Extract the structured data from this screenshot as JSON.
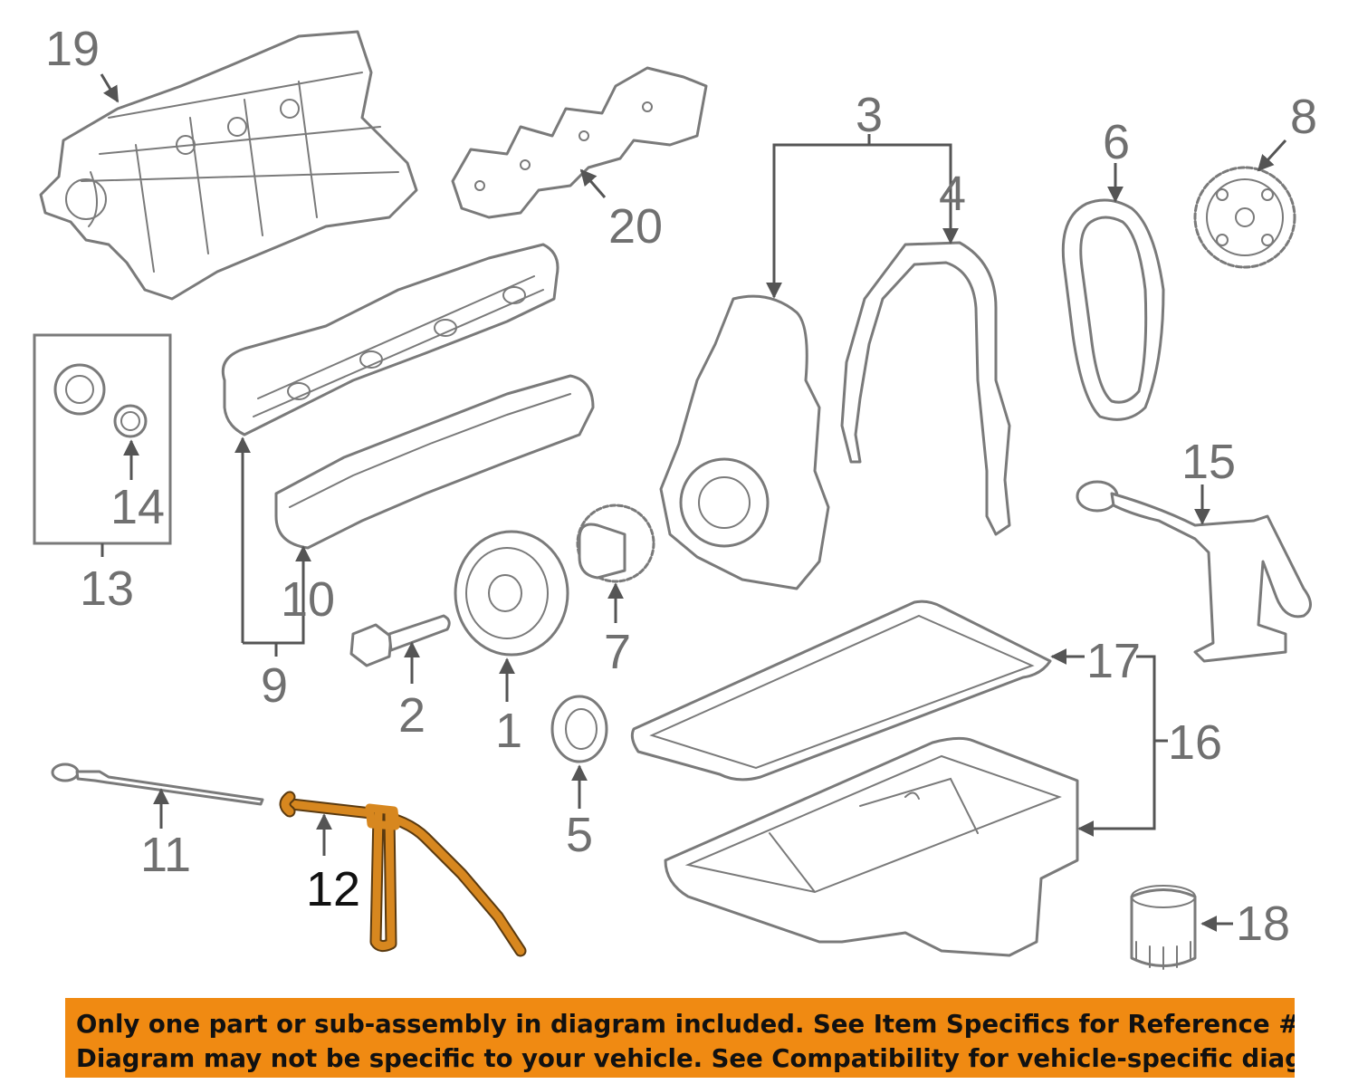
{
  "callouts": {
    "c1": "1",
    "c2": "2",
    "c3": "3",
    "c4": "4",
    "c5": "5",
    "c6": "6",
    "c7": "7",
    "c8": "8",
    "c9": "9",
    "c10": "10",
    "c11": "11",
    "c12": "12",
    "c13": "13",
    "c14": "14",
    "c15": "15",
    "c16": "16",
    "c17": "17",
    "c18": "18",
    "c19": "19",
    "c20": "20"
  },
  "highlight_part": "12",
  "colors": {
    "highlight": "#d7871f",
    "banner": "#f08a12",
    "line_art": "#7a7a7a"
  },
  "notice": {
    "line1": "Only one part or sub-assembly in diagram included. See Item Specifics for Reference #.",
    "line2": "Diagram may not be specific to your vehicle. See Compatibility for vehicle-specific diagrams."
  }
}
